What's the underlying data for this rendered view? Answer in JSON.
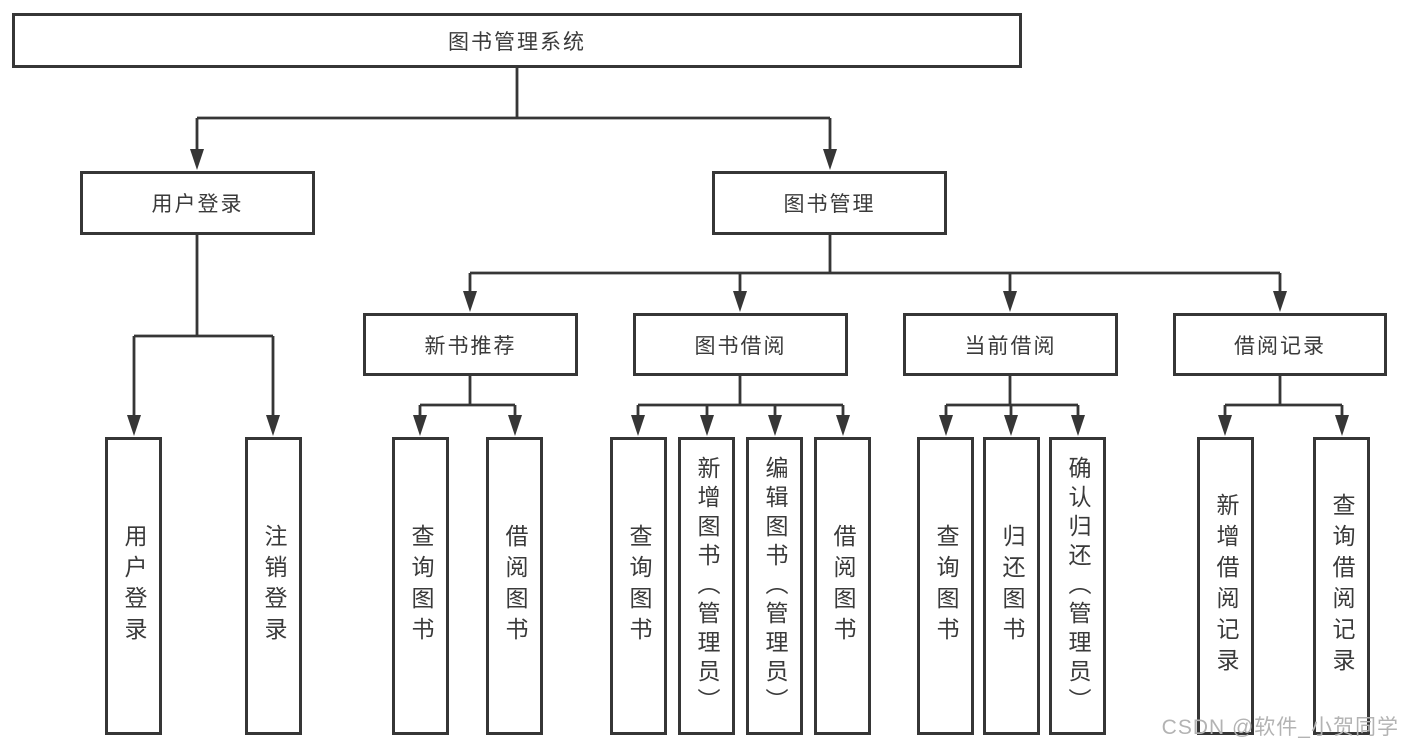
{
  "title": "图书管理系统",
  "branches": {
    "user_login": {
      "label": "用户登录",
      "children": {
        "login": "用户登录",
        "logout": "注销登录"
      }
    },
    "book_management": {
      "label": "图书管理",
      "sections": {
        "new_book_recommend": {
          "label": "新书推荐",
          "children": {
            "query_book": "查询图书",
            "borrow_book": "借阅图书"
          }
        },
        "book_borrow": {
          "label": "图书借阅",
          "children": {
            "query_book": "查询图书",
            "add_book": "新增图书（管理员）",
            "edit_book": "编辑图书（管理员）",
            "borrow_book": "借阅图书"
          }
        },
        "current_borrow": {
          "label": "当前借阅",
          "children": {
            "query_book": "查询图书",
            "return_book": "归还图书",
            "confirm_return": "确认归还（管理员）"
          }
        },
        "borrow_records": {
          "label": "借阅记录",
          "children": {
            "add_record": "新增借阅记录",
            "query_record": "查询借阅记录"
          }
        }
      }
    }
  },
  "watermark": "CSDN @软件_小贺同学",
  "colors": {
    "line": "#363636",
    "text": "#3a3a3a",
    "background": "#ffffff",
    "watermark": "#b3b3b3"
  }
}
